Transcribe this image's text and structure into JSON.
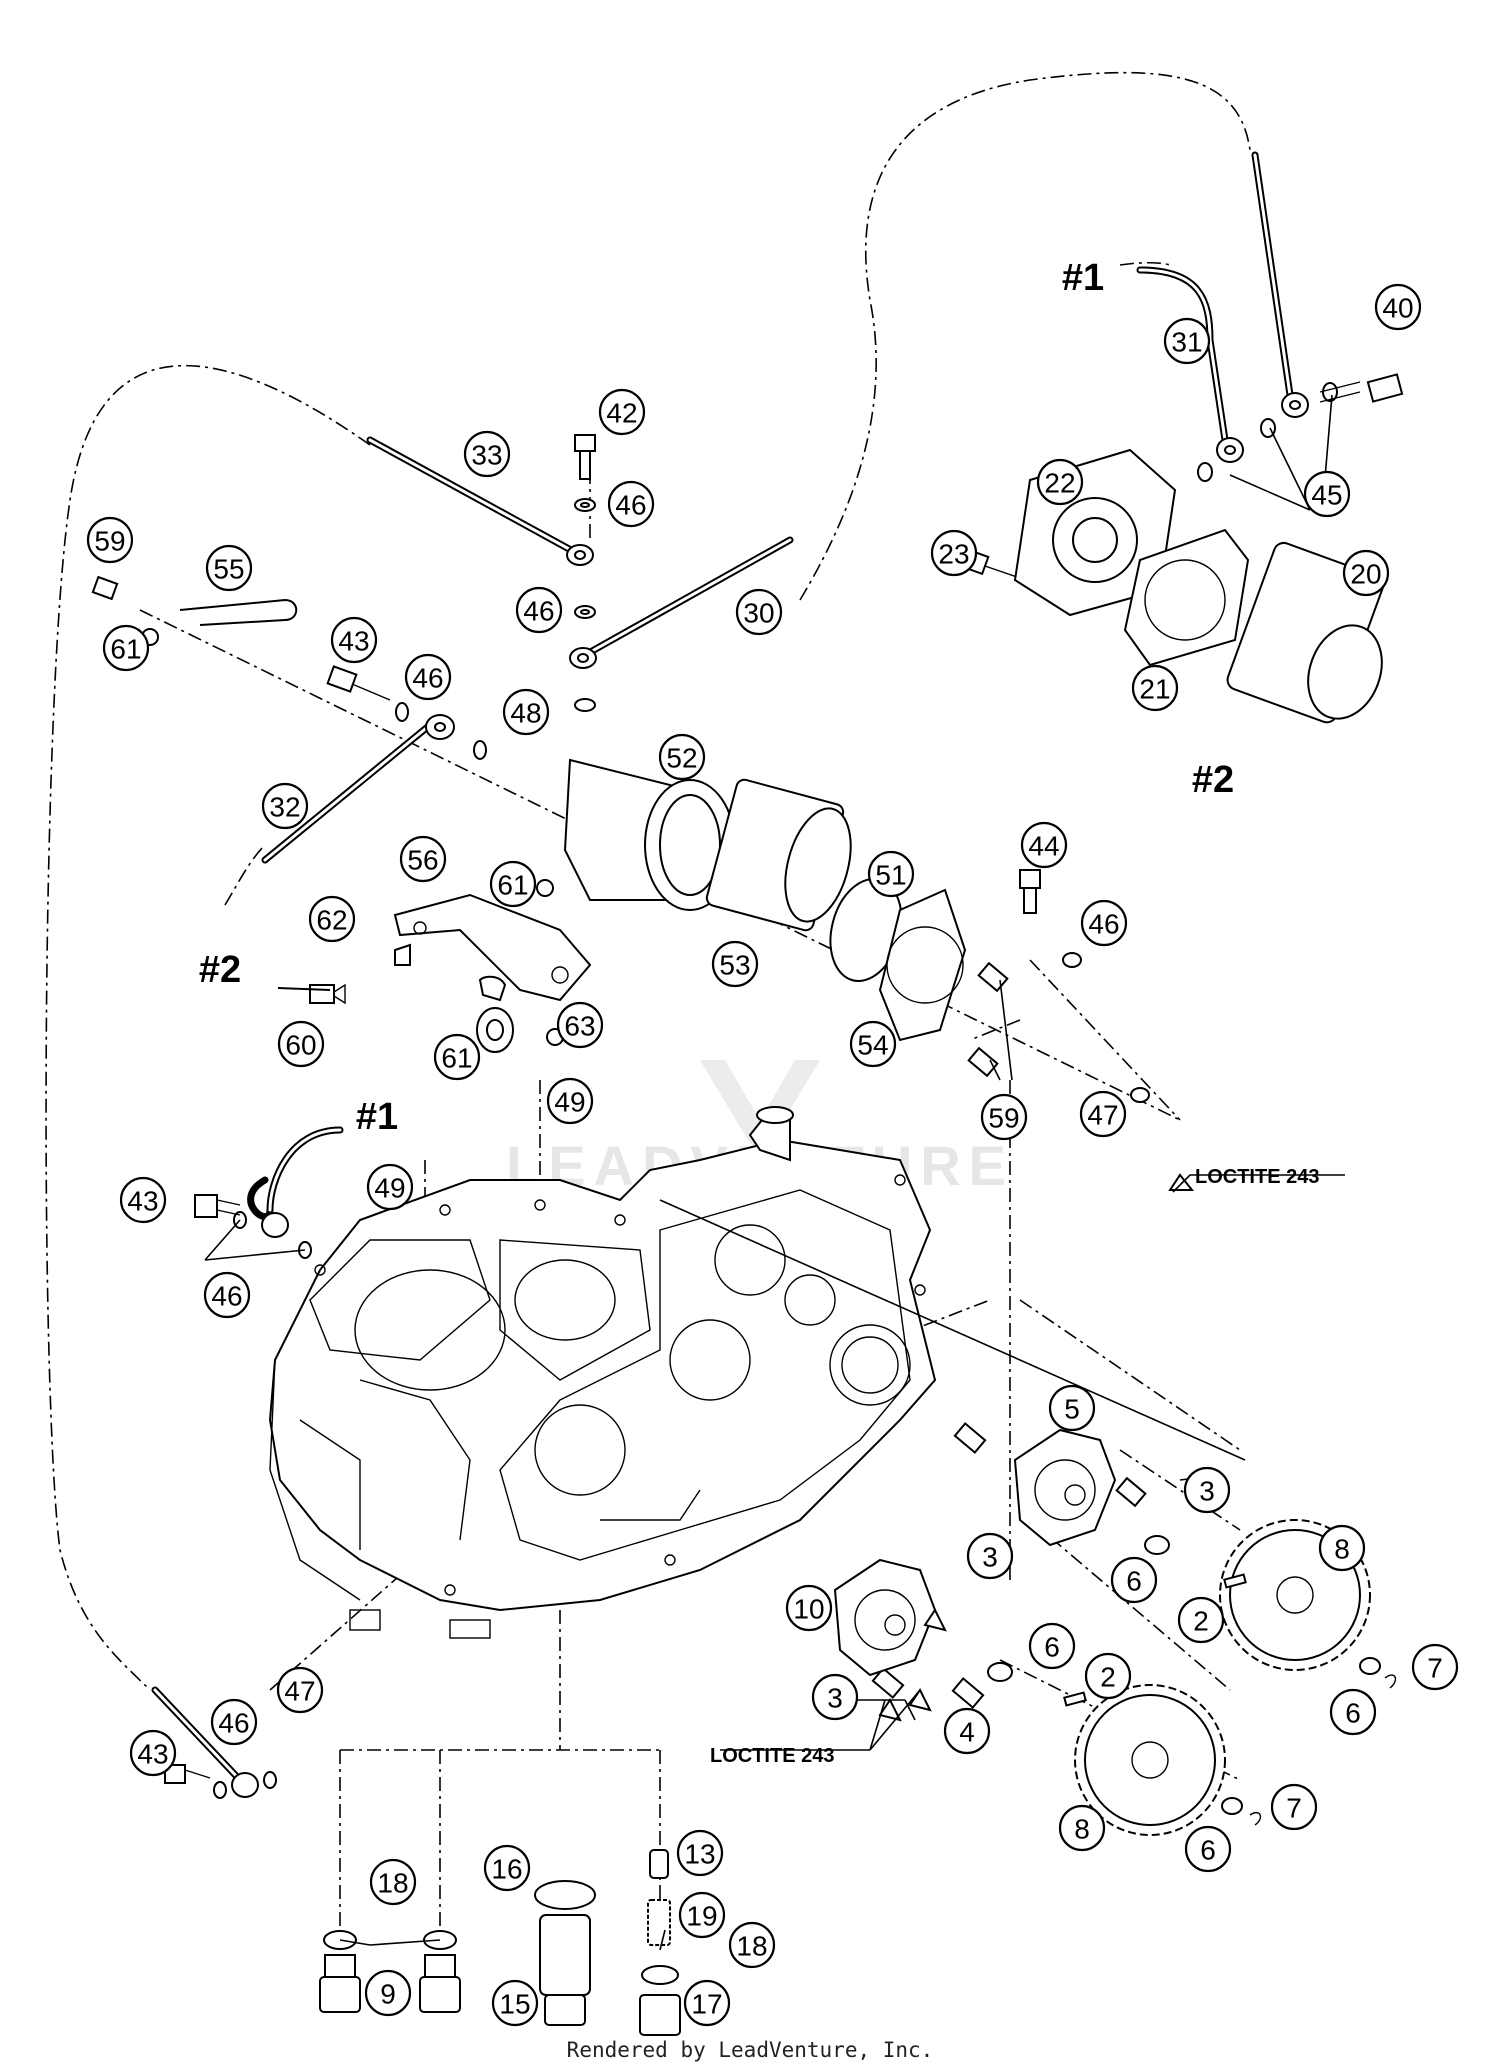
{
  "watermark": "LEADVENTURE",
  "footer": "Rendered by LeadVenture, Inc.",
  "notes": {
    "loctite_top": "LOCTITE 243",
    "loctite_bottom": "LOCTITE 243"
  },
  "refs": {
    "r1_top": "#1",
    "r1_mid": "#1",
    "r2_right": "#2",
    "r2_left": "#2"
  },
  "callouts": [
    {
      "id": "c40",
      "text": "40"
    },
    {
      "id": "c31",
      "text": "31"
    },
    {
      "id": "c45",
      "text": "45"
    },
    {
      "id": "c22",
      "text": "22"
    },
    {
      "id": "c23",
      "text": "23"
    },
    {
      "id": "c20",
      "text": "20"
    },
    {
      "id": "c21",
      "text": "21"
    },
    {
      "id": "c33",
      "text": "33"
    },
    {
      "id": "c42",
      "text": "42"
    },
    {
      "id": "c46a",
      "text": "46"
    },
    {
      "id": "c46b",
      "text": "46"
    },
    {
      "id": "c30",
      "text": "30"
    },
    {
      "id": "c59a",
      "text": "59"
    },
    {
      "id": "c55",
      "text": "55"
    },
    {
      "id": "c61a",
      "text": "61"
    },
    {
      "id": "c43a",
      "text": "43"
    },
    {
      "id": "c46c",
      "text": "46"
    },
    {
      "id": "c48",
      "text": "48"
    },
    {
      "id": "c52",
      "text": "52"
    },
    {
      "id": "c32",
      "text": "32"
    },
    {
      "id": "c56",
      "text": "56"
    },
    {
      "id": "c61b",
      "text": "61"
    },
    {
      "id": "c51",
      "text": "51"
    },
    {
      "id": "c44",
      "text": "44"
    },
    {
      "id": "c62",
      "text": "62"
    },
    {
      "id": "c53",
      "text": "53"
    },
    {
      "id": "c46d",
      "text": "46"
    },
    {
      "id": "c60",
      "text": "60"
    },
    {
      "id": "c61c",
      "text": "61"
    },
    {
      "id": "c63",
      "text": "63"
    },
    {
      "id": "c54",
      "text": "54"
    },
    {
      "id": "c47a",
      "text": "47"
    },
    {
      "id": "c59b",
      "text": "59"
    },
    {
      "id": "c49a",
      "text": "49"
    },
    {
      "id": "c49b",
      "text": "49"
    },
    {
      "id": "c43b",
      "text": "43"
    },
    {
      "id": "c46e",
      "text": "46"
    },
    {
      "id": "c5",
      "text": "5"
    },
    {
      "id": "c3a",
      "text": "3"
    },
    {
      "id": "c8a",
      "text": "8"
    },
    {
      "id": "c6a",
      "text": "6"
    },
    {
      "id": "c3b",
      "text": "3"
    },
    {
      "id": "c10",
      "text": "10"
    },
    {
      "id": "c2a",
      "text": "2"
    },
    {
      "id": "c6b",
      "text": "6"
    },
    {
      "id": "c2b",
      "text": "2"
    },
    {
      "id": "c7a",
      "text": "7"
    },
    {
      "id": "c6c",
      "text": "6"
    },
    {
      "id": "c3c",
      "text": "3"
    },
    {
      "id": "c4",
      "text": "4"
    },
    {
      "id": "c47b",
      "text": "47"
    },
    {
      "id": "c46f",
      "text": "46"
    },
    {
      "id": "c43c",
      "text": "43"
    },
    {
      "id": "c8b",
      "text": "8"
    },
    {
      "id": "c7b",
      "text": "7"
    },
    {
      "id": "c6d",
      "text": "6"
    },
    {
      "id": "c13",
      "text": "13"
    },
    {
      "id": "c16",
      "text": "16"
    },
    {
      "id": "c18a",
      "text": "18"
    },
    {
      "id": "c19",
      "text": "19"
    },
    {
      "id": "c18b",
      "text": "18"
    },
    {
      "id": "c9",
      "text": "9"
    },
    {
      "id": "c15",
      "text": "15"
    },
    {
      "id": "c17",
      "text": "17"
    }
  ]
}
